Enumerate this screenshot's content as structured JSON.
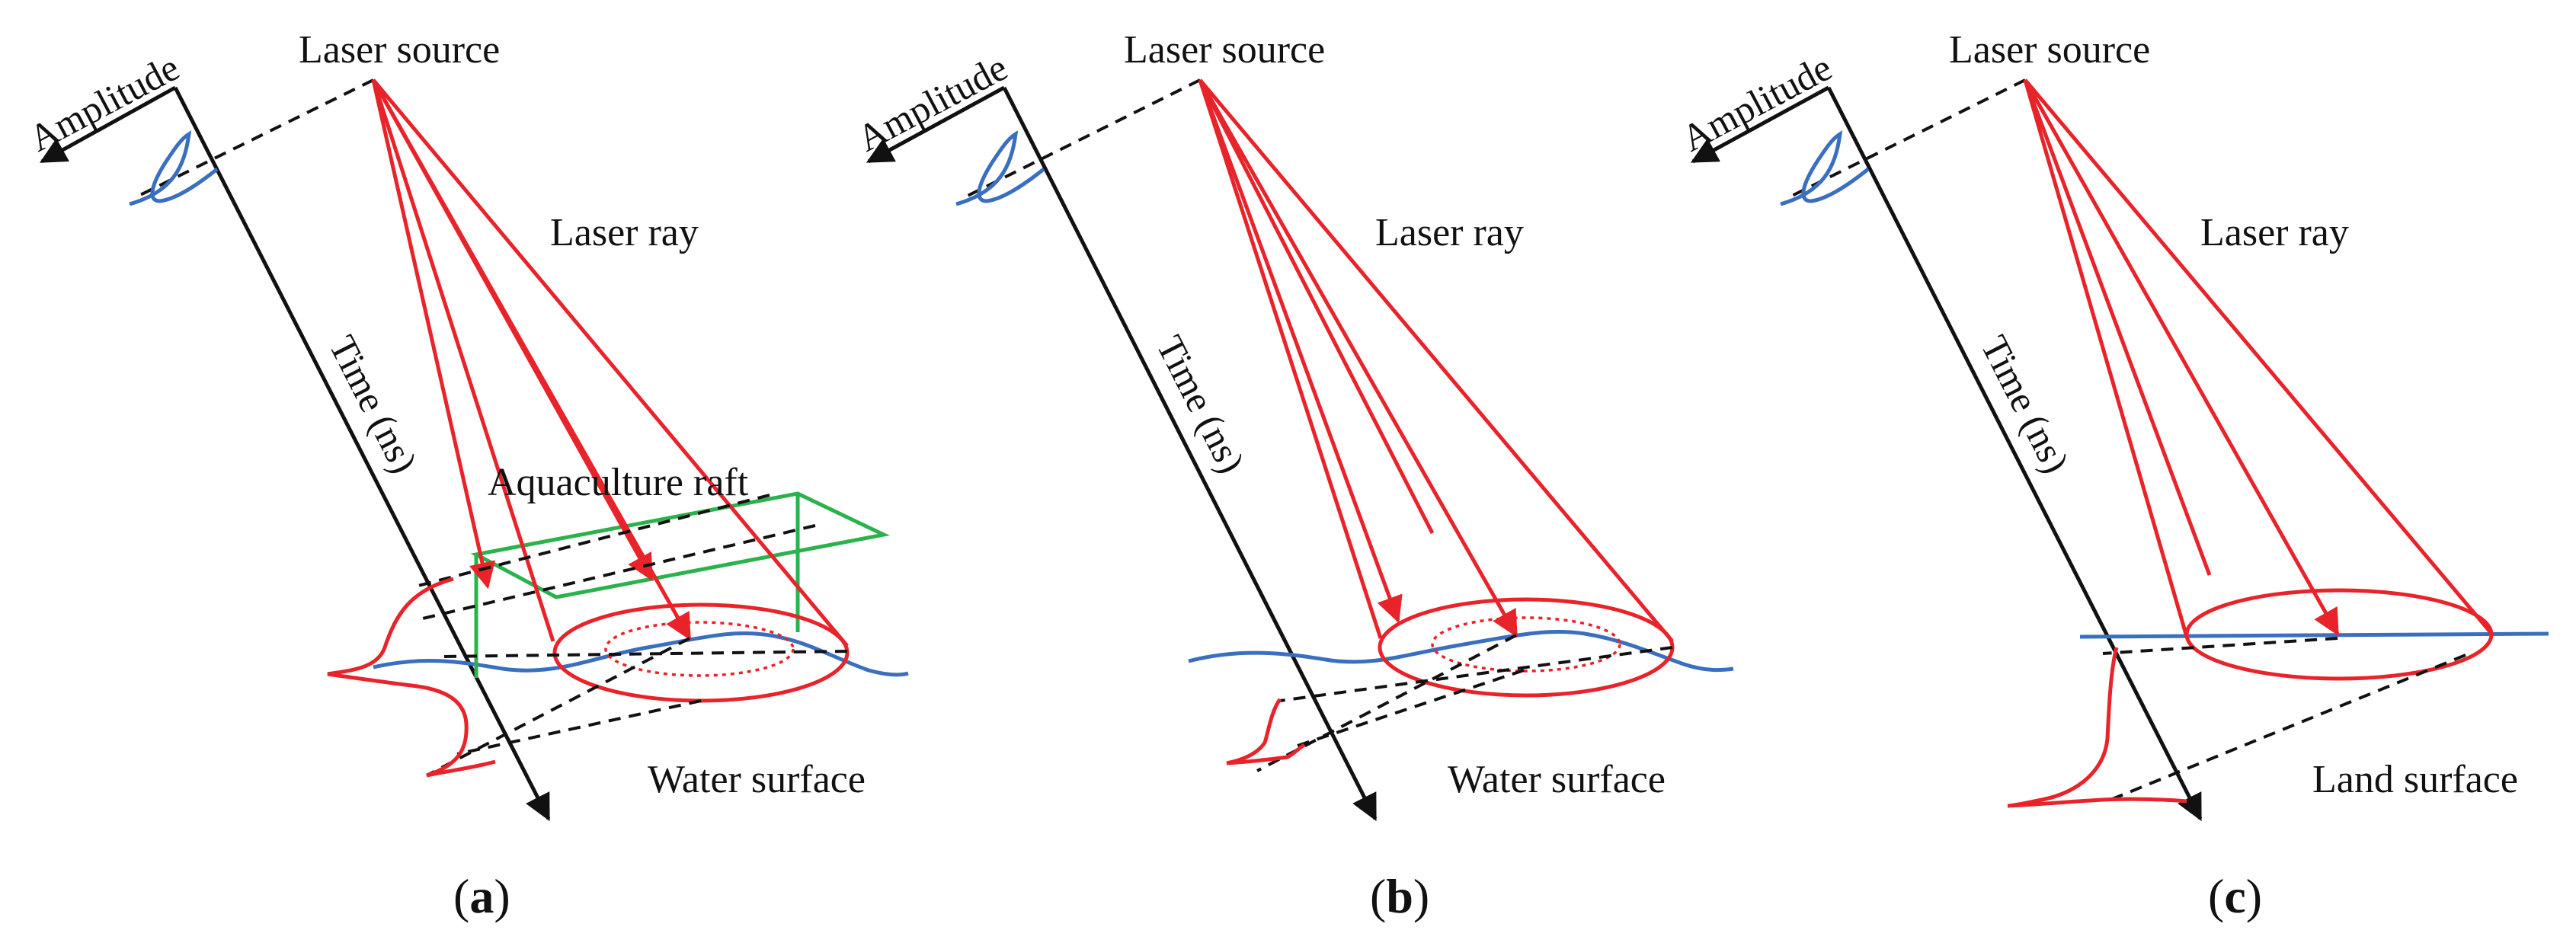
{
  "colors": {
    "laser": "#e8232a",
    "signal": "#3a6fbf",
    "raft": "#2bb24c",
    "axis": "#111111"
  },
  "panels": [
    {
      "caption_letter": "a",
      "laser_source": "Laser source",
      "laser_ray": "Laser ray",
      "amplitude": "Amplitude",
      "time_axis": "Time (ns)",
      "raft_label": "Aquaculture raft",
      "surface_label": "Water surface"
    },
    {
      "caption_letter": "b",
      "laser_source": "Laser source",
      "laser_ray": "Laser ray",
      "amplitude": "Amplitude",
      "time_axis": "Time (ns)",
      "surface_label": "Water surface"
    },
    {
      "caption_letter": "c",
      "laser_source": "Laser source",
      "laser_ray": "Laser ray",
      "amplitude": "Amplitude",
      "time_axis": "Time (ns)",
      "surface_label": "Land surface"
    }
  ]
}
